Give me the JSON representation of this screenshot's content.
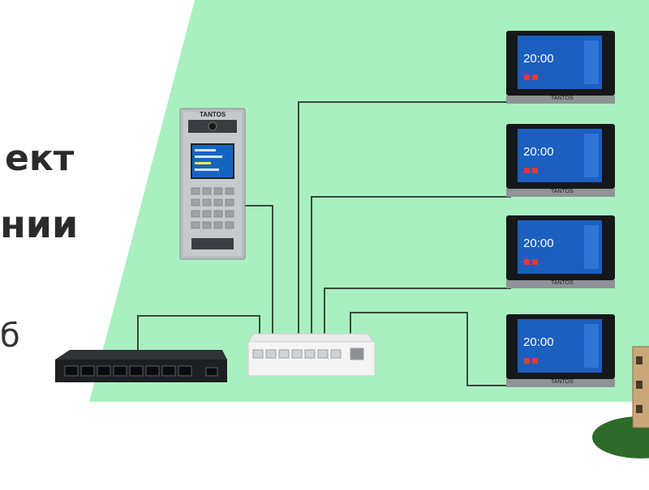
{
  "headline": {
    "line1": "ект",
    "line2": "нии",
    "line3": "б"
  },
  "doorpanel": {
    "brand": "TANTOS",
    "keypad_rows": 4,
    "keypad_cols": 4
  },
  "monitor": {
    "time": "20:00",
    "brand": "TANTOS",
    "count": 4
  },
  "colors": {
    "background_band": "#a8f0c0",
    "monitor_screen": "#1b5fbf",
    "accent_red": "#e53935"
  }
}
